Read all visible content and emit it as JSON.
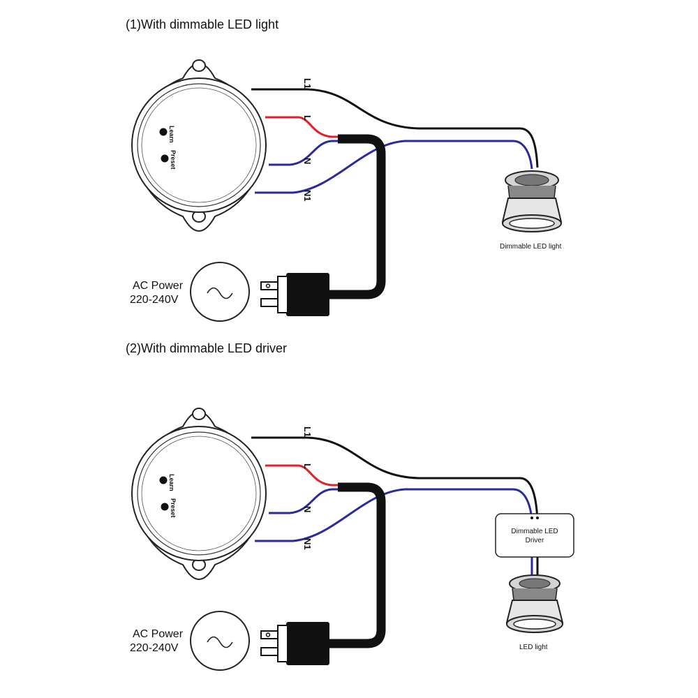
{
  "section1": {
    "title": "(1)With dimmable LED light",
    "pins": {
      "l1": "L1",
      "l": "L",
      "n": "N",
      "n1": "N1"
    },
    "buttons": {
      "learn": "Learn",
      "preset": "Preset"
    },
    "ac_power": {
      "line1": "AC Power",
      "line2": "220-240V"
    },
    "light_label": "Dimmable LED light"
  },
  "section2": {
    "title": "(2)With dimmable LED driver",
    "pins": {
      "l1": "L1",
      "l": "L",
      "n": "N",
      "n1": "N1"
    },
    "buttons": {
      "learn": "Learn",
      "preset": "Preset"
    },
    "ac_power": {
      "line1": "AC Power",
      "line2": "220-240V"
    },
    "driver": {
      "line1": "Dimmable LED",
      "line2": "Driver"
    },
    "light_label": "LED light"
  },
  "colors": {
    "live": "#e0202a",
    "neutral": "#2a2a9a",
    "cable": "#111111"
  }
}
